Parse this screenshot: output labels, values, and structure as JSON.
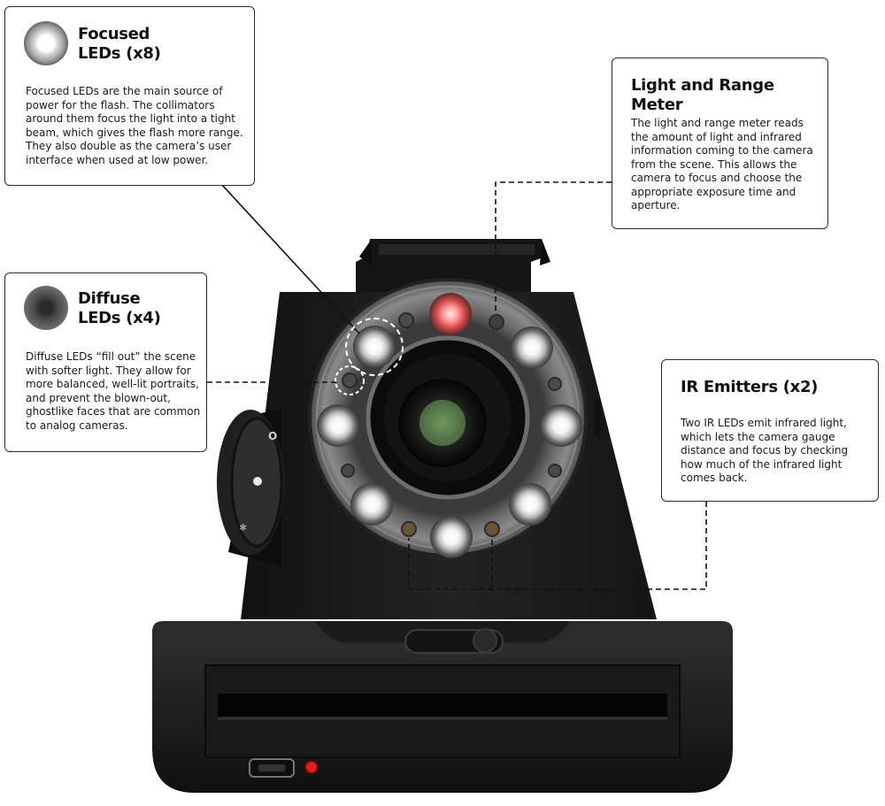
{
  "callouts": {
    "focused": {
      "title_line1": "Focused",
      "title_line2": "LEDs (x8)",
      "body": "Focused LEDs are the main source of power for the flash. The collimators around them focus the light into a tight beam, which gives the flash more range. They also double as the camera’s user interface when used at low power.",
      "icon": "focused-led-icon"
    },
    "diffuse": {
      "title_line1": "Diffuse",
      "title_line2": "LEDs (x4)",
      "body": "Diffuse LEDs “fill out” the scene with softer light. They allow for more balanced, well-lit portraits, and prevent the blown-out, ghostlike faces that are common to analog cameras.",
      "icon": "diffuse-led-icon"
    },
    "meter": {
      "title": "Light and Range Meter",
      "body": "The light and range meter reads the amount of light and infrared information coming to the camera from the scene. This allows the camera to focus and choose the appropriate exposure time and aperture."
    },
    "ir": {
      "title": "IR Emitters (x2)",
      "body": "Two IR LEDs emit infrared light, which lets the camera gauge distance and focus by checking how much of the infrared light comes back."
    }
  },
  "colors": {
    "camera_body": "#1b1b1c",
    "ring": "#7a7a7a",
    "led_white": "#ffffff",
    "led_red": "#f26060",
    "indicator_red": "#e51b24",
    "callout_border": "#2a2a2a",
    "leader_line": "#111111"
  }
}
